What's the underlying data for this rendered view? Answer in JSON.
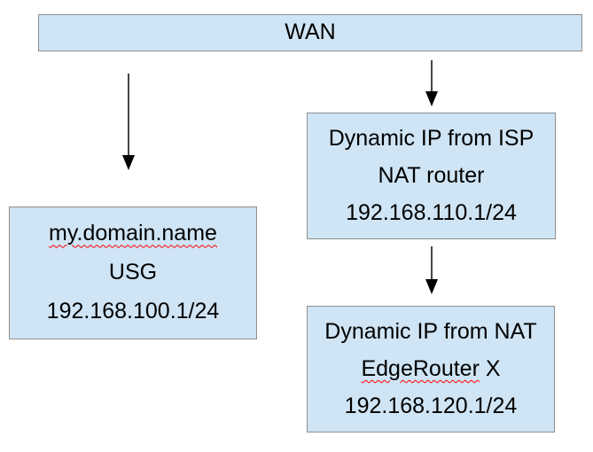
{
  "diagram": {
    "description": "WAN network topology diagram",
    "colors": {
      "background": "#ffffff",
      "box_fill": "#cfe4f4",
      "box_border": "#8f8f8f",
      "arrow_line": "#454545",
      "arrow_head": "#000000",
      "text": "#000000",
      "spellcheck_underline": "#ff0000"
    },
    "wan": {
      "label": "WAN"
    },
    "nodes": {
      "usg": {
        "domain": "my.domain.name",
        "device": "USG",
        "ip": "192.168.100.1/24"
      },
      "nat_router": {
        "title": "Dynamic IP from ISP",
        "device": "NAT router",
        "ip": "192.168.110.1/24"
      },
      "edgerouter": {
        "title": "Dynamic IP from NAT",
        "device_name": "EdgeRouter",
        "device_suffix": " X",
        "ip": "192.168.120.1/24"
      }
    }
  }
}
